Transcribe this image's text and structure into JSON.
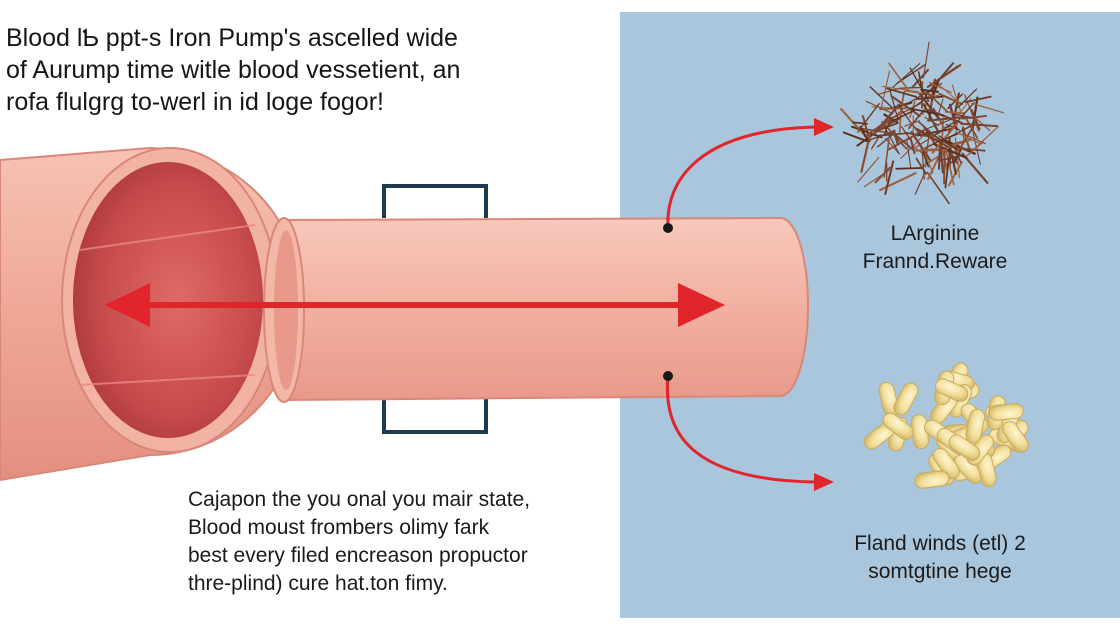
{
  "title_lines": [
    "Blood lƄ ppt-s Iron Pump's ascelled wide",
    "of Aurump time witle blood vessetient, an",
    "rofa flulgrg to-werl in id loge fogor!"
  ],
  "caption_lines": [
    "Cajapon the you onal you mair state,",
    "Blood moust frombers olimy fark",
    "best every filed encreason propuctor",
    "thre-plind) cure hat.ton fimy."
  ],
  "labels": {
    "top": [
      "LArginine",
      "Frannd.Reware"
    ],
    "bottom": [
      "Fland winds (etl) 2",
      "somtgtine hege"
    ]
  },
  "colors": {
    "panel": "#a9c6dc",
    "vessel": "#efa898",
    "vessel_inner": "#c0474a",
    "arrow": "#e0262a",
    "clamp": "#1f3a4d"
  },
  "icons": {
    "top": "root-fibers-icon",
    "bottom": "capsules-icon"
  }
}
